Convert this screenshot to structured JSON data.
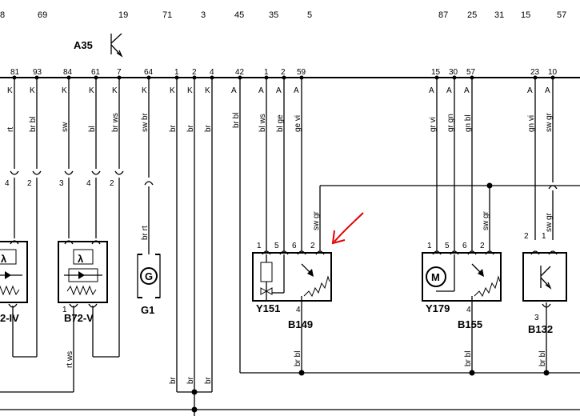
{
  "top_labels": [
    "8",
    "69",
    "19",
    "71",
    "3",
    "45",
    "35",
    "5",
    "87",
    "25",
    "31",
    "15",
    "57"
  ],
  "a35": "A35",
  "bus_pins": [
    "81",
    "93",
    "84",
    "61",
    "7",
    "64",
    "1",
    "2",
    "4",
    "42",
    "1",
    "2",
    "59",
    "15",
    "30",
    "57",
    "23",
    "10"
  ],
  "pos_marks": [
    "K",
    "K",
    "K",
    "K",
    "K",
    "K",
    "K",
    "K",
    "K",
    "A",
    "A",
    "A",
    "A",
    "A",
    "A",
    "A",
    "A",
    "A"
  ],
  "wire_colors": [
    "rt",
    "br bl",
    "sw",
    "bl",
    "br ws",
    "sw br",
    "br",
    "br",
    "br",
    "br bl",
    "bl ws",
    "bl ge",
    "ge vi",
    "gr vi",
    "gr gn",
    "gn bl",
    "gn vi",
    "sw gr"
  ],
  "conn_pins": [
    "4",
    "2",
    "3",
    "4",
    "2"
  ],
  "comp_pins": [
    "1",
    "5",
    "6",
    "2",
    "1",
    "5",
    "6",
    "2",
    "2",
    "1",
    "4",
    "4",
    "3",
    "1"
  ],
  "sw_gr_labels": [
    "sw gr",
    "sw gr",
    "sw gr"
  ],
  "misc_wire_labels": [
    "br rt",
    "rt ws",
    "br bl",
    "br bl",
    "br bl",
    "br",
    "br",
    "br"
  ],
  "components": [
    "2-IV",
    "B72-V",
    "G1",
    "Y151",
    "B149",
    "Y179",
    "B155",
    "B132"
  ],
  "icons": {
    "lambda": "λ",
    "motor": "M",
    "generator": "G"
  },
  "colors": {
    "line": "#000000",
    "annotation_arrow": "#e00000"
  }
}
